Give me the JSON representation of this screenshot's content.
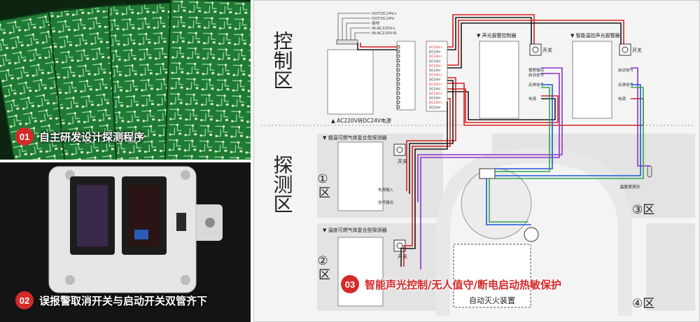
{
  "captions": {
    "c1": {
      "num": "01",
      "text": "自主研发设计探测程序"
    },
    "c2": {
      "num": "02",
      "text": "误报警取消开关与启动开关双管齐下"
    },
    "c3": {
      "num": "03",
      "text": "智能声光控制/无人值守/断电启动热敏保护"
    }
  },
  "diagram": {
    "control_zone": "控制区",
    "detect_zone": "探测区",
    "zones": [
      "①区",
      "②区",
      "③区",
      "④区"
    ],
    "psu_label": "▲ AC220V转DC24V电源",
    "psu_terms": [
      "OUT:DC24V+",
      "OUT:DC24V-",
      "接地",
      "IN:AC220V-L",
      "IN:AC220V-N"
    ],
    "term_labels": [
      "DC24V+",
      "DC24V-",
      "DC24V+",
      "DC24V-",
      "DC24V+",
      "DC24V-",
      "DC24V+",
      "DC24V-",
      "DC24V+",
      "DC24V-",
      "DC24V+",
      "DC24V-",
      "DC24V+",
      "DC24V-"
    ],
    "alarm_controller": "▼ 声光报警控制器",
    "smart_alarm": "▼ 智能温控声光报警器",
    "switch_label": "开关",
    "ctrl_pins": [
      "报警输出",
      "启动信号",
      "反馈信号",
      "电源"
    ],
    "smart_pins": [
      "启动信号",
      "反馈信号",
      "电源"
    ],
    "detector1": "▼ 烟温可燃气体复合型探测器",
    "detector2": "▼ 温度可燃气体复合型探测器",
    "power_in": "电源输入",
    "signal_out": "信号输出",
    "temp_probe": "温度探测头",
    "extinguisher": "自动灭火装置"
  },
  "colors": {
    "red": "#d81e1e",
    "black": "#1a1a1a",
    "blue": "#2255d8",
    "green": "#2ea64a",
    "purple": "#8c32c8",
    "pcb": "#1f7a34"
  }
}
